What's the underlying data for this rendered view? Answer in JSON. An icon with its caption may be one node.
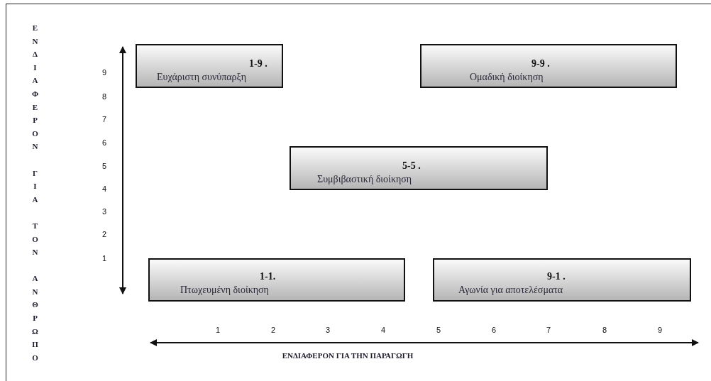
{
  "diagram": {
    "nodes": [
      {
        "text": [
          "1-9 .",
          "Ευχάριστη συνύπαρξη"
        ]
      },
      {
        "text": [
          "9-9 .",
          "Ομαδική διοίκηση"
        ]
      },
      {
        "text": [
          "5-5 .",
          "Συμβιβαστική διοίκηση"
        ]
      },
      {
        "text": [
          "1-1.",
          "Πτωχευμένη διοίκηση"
        ]
      },
      {
        "text": [
          "9-1 .",
          "Αγωνία για αποτελέσματα"
        ]
      }
    ],
    "edges": [],
    "labels": [
      "ΕΝΔΙΑΦΕΡΟΝ ΓΙΑ ΤΟΝ ΑΝΘΡΩΠΟ",
      "9",
      "8",
      "7",
      "6",
      "5",
      "4",
      "3",
      "2",
      "1",
      "1",
      "2",
      "3",
      "4",
      "5",
      "6",
      "7",
      "8",
      "9",
      "ΕΝΔΙΑΦΕΡΟΝ ΓΙΑ ΤΗΝ ΠΑΡΑΓΩΓΗ"
    ]
  }
}
